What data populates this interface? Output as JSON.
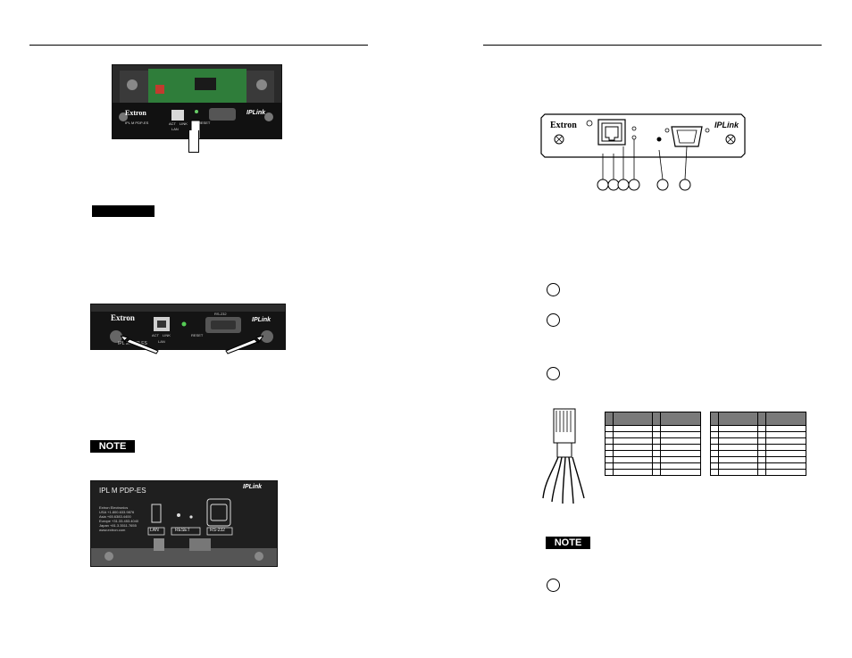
{
  "left_page": {
    "photo1": {
      "brand": "Extron",
      "model": "IPL M PDP-ES",
      "lan_act": "ACT",
      "lan_link": "LINK",
      "lan": "LAN",
      "reset": "RESET",
      "logo": "IPLink"
    },
    "caution_label": "",
    "photo2": {
      "brand": "Extron",
      "model": "IPL M PDP-ES",
      "lan_act": "ACT",
      "lan_link": "LINK",
      "lan": "LAN",
      "reset": "RESET",
      "rs232": "RS-232",
      "logo": "IPLink"
    },
    "note_label": "NOTE",
    "photo3": {
      "model": "IPL M PDP-ES",
      "company": "Extron Electronics",
      "contact_lines": [
        "USA +1.800.633.9876",
        "Asia +65.6383.4400",
        "Europe +31.33.453.4040",
        "Japan +81.3.3511.7655",
        "www.extron.com"
      ],
      "lan": "LAN",
      "reset": "RESET",
      "rs232": "RS-232",
      "logo": "IPLink"
    }
  },
  "right_page": {
    "diagram": {
      "brand": "Extron",
      "logo": "IPLink"
    },
    "note_label": "NOTE"
  },
  "colors": {
    "panel": "#1e1e1e",
    "board": "#2f7d3a",
    "table_head": "#7a7a7a",
    "callout": "#000000"
  }
}
